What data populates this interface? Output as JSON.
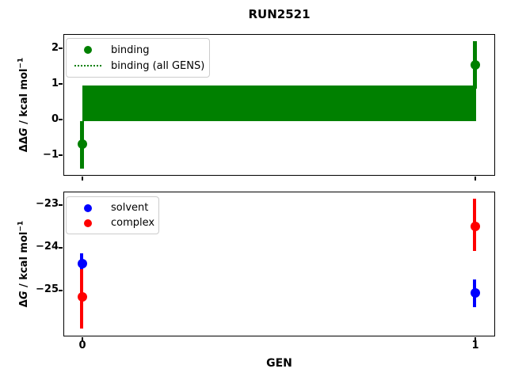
{
  "figure": {
    "title": "RUN2521",
    "background": "#ffffff"
  },
  "colors": {
    "binding": "#008000",
    "solvent": "#0000ff",
    "complex": "#ff0000",
    "legend_edge": "#cccccc"
  },
  "top_plot": {
    "ylabel": {
      "prefix": "ΔΔ",
      "italic": "G",
      "unit": " / kcal mol",
      "sup": "−1"
    },
    "yticks": [
      "2",
      "1",
      "0",
      "−1"
    ],
    "legend": [
      {
        "label": "binding",
        "marker": "dot",
        "color": "#008000"
      },
      {
        "label": "binding (all GENS)",
        "marker": "dotted-line",
        "color": "#008000"
      }
    ]
  },
  "bottom_plot": {
    "ylabel": {
      "prefix": "Δ",
      "italic": "G",
      "unit": " / kcal mol",
      "sup": "−1"
    },
    "yticks": [
      "−23",
      "−24",
      "−25"
    ],
    "xticks": [
      "0",
      "1"
    ],
    "xlabel": "GEN",
    "legend": [
      {
        "label": "solvent",
        "marker": "dot",
        "color": "#0000ff"
      },
      {
        "label": "complex",
        "marker": "dot",
        "color": "#ff0000"
      }
    ]
  },
  "chart_data": [
    {
      "id": "top",
      "type": "scatter",
      "title": "RUN2521",
      "ylabel": "ΔΔG / kcal mol^-1",
      "x": [
        0,
        1
      ],
      "xticks": [
        0,
        1
      ],
      "series": [
        {
          "name": "binding",
          "color": "#008000",
          "marker": "o",
          "y": [
            -0.7,
            1.5
          ],
          "yerr": [
            0.65,
            0.65
          ]
        }
      ],
      "band": {
        "name": "binding (all GENS)",
        "color": "#008000",
        "line_style": "dotted",
        "x_range": [
          0,
          1
        ],
        "y_lo": -0.05,
        "y_hi": 0.95,
        "y_center": 0.45
      },
      "ylim": [
        -1.6,
        2.4
      ],
      "yticks": [
        2,
        1,
        0,
        -1
      ],
      "grid": false,
      "legend_position": "upper left"
    },
    {
      "id": "bottom",
      "type": "scatter",
      "xlabel": "GEN",
      "ylabel": "ΔG / kcal mol^-1",
      "x": [
        0,
        1
      ],
      "xticks": [
        0,
        1
      ],
      "series": [
        {
          "name": "solvent",
          "color": "#0000ff",
          "marker": "o",
          "y": [
            -24.4,
            -25.05
          ],
          "yerr": [
            0.25,
            0.3
          ]
        },
        {
          "name": "complex",
          "color": "#ff0000",
          "marker": "o",
          "y": [
            -25.15,
            -23.55
          ],
          "yerr": [
            0.7,
            0.6
          ]
        }
      ],
      "ylim": [
        -26.1,
        -22.7
      ],
      "yticks": [
        -23,
        -24,
        -25
      ],
      "grid": false,
      "legend_position": "upper left"
    }
  ]
}
